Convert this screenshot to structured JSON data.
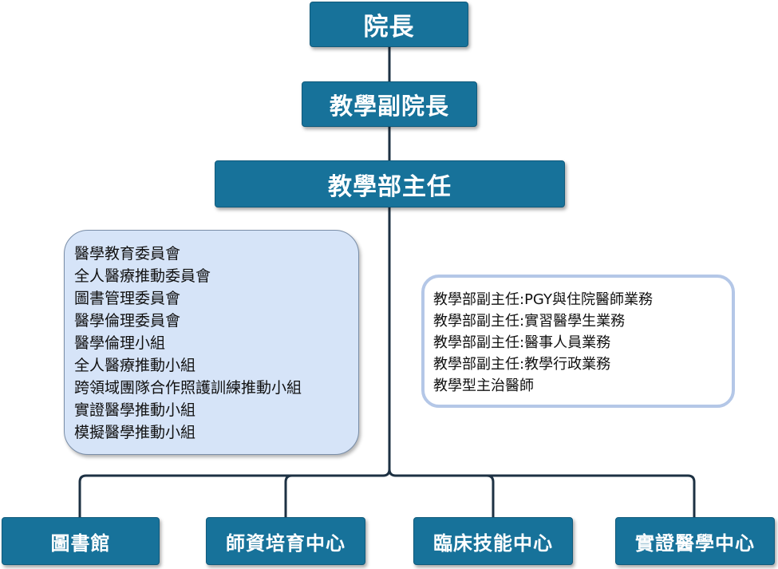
{
  "colors": {
    "node_fill": "#17729a",
    "node_text": "#ffffff",
    "connector": "#1d3143",
    "committee_fill": "#d6e4f8",
    "deputy_border": "#b4c7e7"
  },
  "org": {
    "dean": "院長",
    "vice_dean": "教學副院長",
    "director": "教學部主任"
  },
  "committees": [
    "醫學教育委員會",
    "全人醫療推動委員會",
    "圖書管理委員會",
    "醫學倫理委員會",
    "醫學倫理小組",
    "全人醫療推動小組",
    "跨領域團隊合作照護訓練推動小組",
    "實證醫學推動小組",
    "模擬醫學推動小組"
  ],
  "deputies": [
    "教學部副主任:PGY與住院醫師業務",
    "教學部副主任:實習醫學生業務",
    "教學部副主任:醫事人員業務",
    "教學部副主任:教學行政業務",
    "教學型主治醫師"
  ],
  "centers": [
    "圖書館",
    "師資培育中心",
    "臨床技能中心",
    "實證醫學中心"
  ]
}
